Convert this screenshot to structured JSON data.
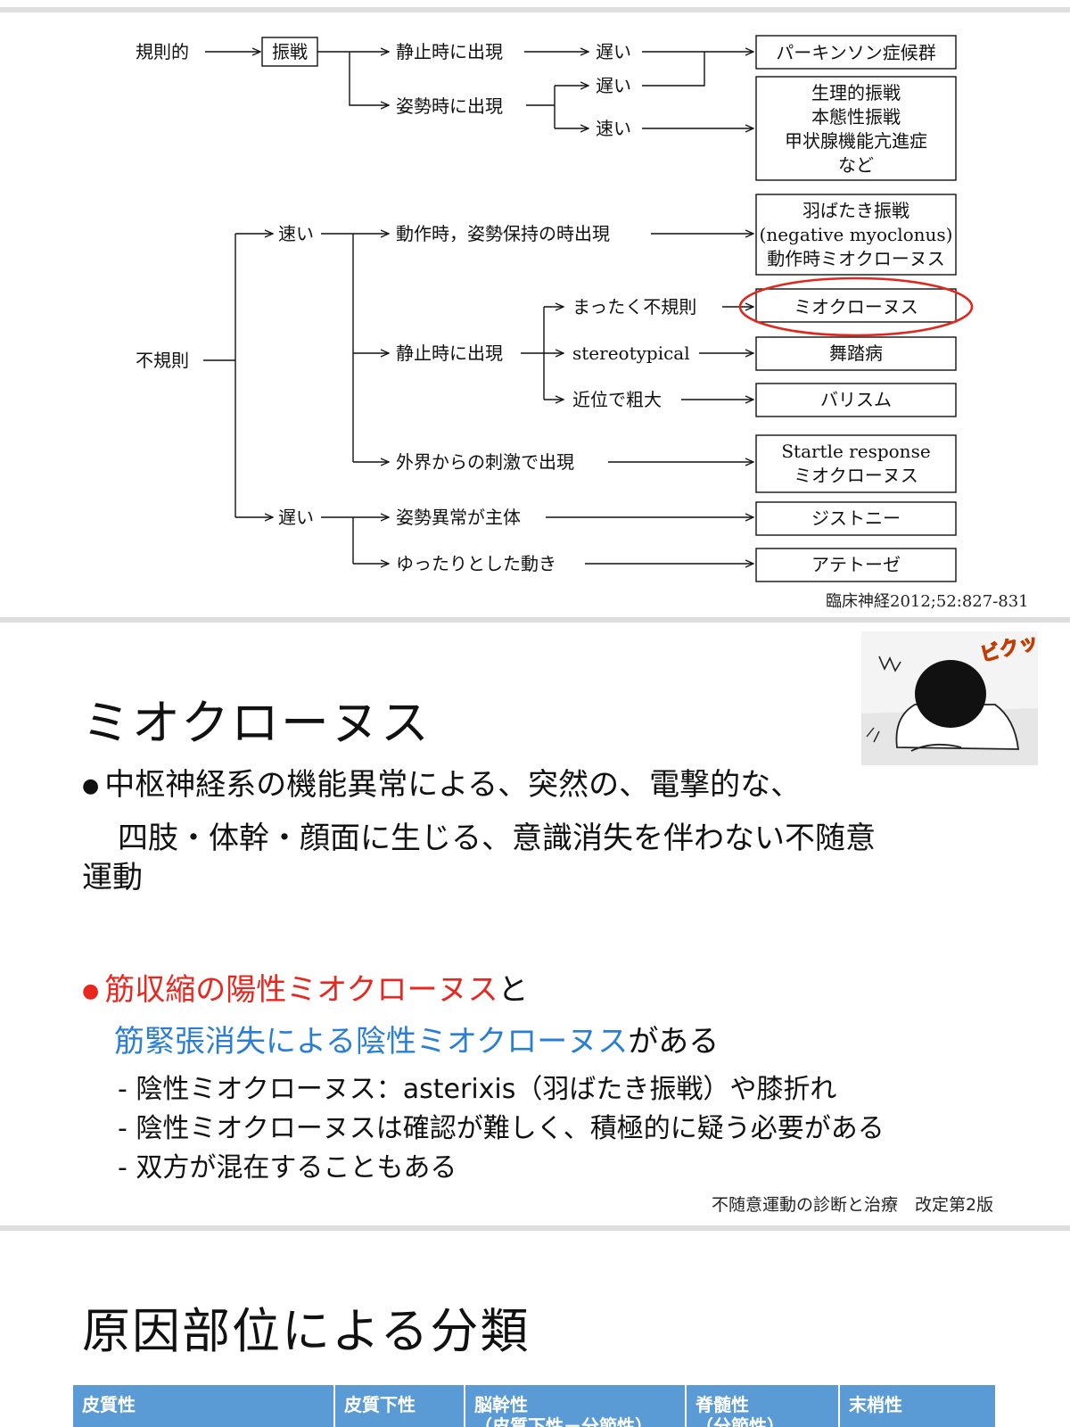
{
  "flowchart": {
    "nodes": {
      "regular": "規則的",
      "tremor": "振戦",
      "rest_appear": "静止時に出現",
      "posture_appear": "姿勢時に出現",
      "slow_a": "遅い",
      "slow_b": "遅い",
      "fast_a": "速い",
      "parkinson": "パーキンソン症候群",
      "physio_lines": [
        "生理的振戦",
        "本態性振戦",
        "甲状腺機能亢進症",
        "など"
      ],
      "irregular": "不規則",
      "fast_b": "速い",
      "action_posture": "動作時，姿勢保持の時出現",
      "asterixis_lines": [
        "羽ばたき振戦",
        "(negative myoclonus)",
        "動作時ミオクローヌス"
      ],
      "completely_irregular": "まったく不規則",
      "myoclonus": "ミオクローヌス",
      "rest_appear_b": "静止時に出現",
      "stereotypical": "stereotypical",
      "chorea": "舞踏病",
      "proximal_coarse": "近位で粗大",
      "ballism": "バリスム",
      "external_stimulus": "外界からの刺激で出現",
      "startle_lines": [
        "Startle response",
        "ミオクローヌス"
      ],
      "slow_c": "遅い",
      "posture_abnormal": "姿勢異常が主体",
      "dystonia": "ジストニー",
      "slow_movement": "ゆったりとした動き",
      "athetosis": "アテトーゼ"
    },
    "citation": "臨床神経2012;52:827-831",
    "highlight_color": "#e0281e"
  },
  "slide2": {
    "title": "ミオクローヌス",
    "bullet1_line1": "中枢神経系の機能異常による、突然の、電撃的な、",
    "bullet1_line2": "四肢・体幹・顔面に生じる、意識消失を伴わない不随意",
    "bullet1_line3": "運動",
    "bullet2_red": "筋収縮の陽性ミオクローヌス",
    "bullet2_and": "と",
    "bullet2_blue": "筋緊張消失による陰性ミオクローヌス",
    "bullet2_tail": "がある",
    "sub_items": [
      "陰性ミオクローヌス：asterixis（羽ばたき振戦）や膝折れ",
      "陰性ミオクローヌスは確認が難しく、積極的に疑う必要がある",
      "双方が混在することもある"
    ],
    "illustration_text": "ビクッ",
    "citation": "不随意運動の診断と治療　改定第2版",
    "accent_red": "#e8271f",
    "accent_blue": "#2a7fd4"
  },
  "slide3": {
    "title": "原因部位による分類",
    "columns": [
      "皮質性",
      "皮質下性",
      "脳幹性\n（皮質下性－分節性）",
      "脊髄性\n（分節性）",
      "末梢性"
    ],
    "header_color": "#5b9bd5"
  }
}
